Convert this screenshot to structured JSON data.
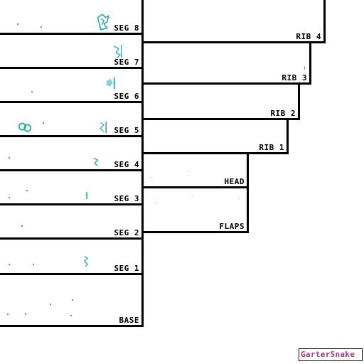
{
  "colors": {
    "border": "#000000",
    "background": "#ffffff",
    "sprite_teal": "#2aa9a9",
    "signature": "#a23a8a"
  },
  "segments": [
    {
      "label": "SEG 8"
    },
    {
      "label": "SEG 7"
    },
    {
      "label": "SEG 6"
    },
    {
      "label": "SEG 5"
    },
    {
      "label": "SEG 4"
    },
    {
      "label": "SEG 3"
    },
    {
      "label": "SEG 2"
    },
    {
      "label": "SEG 1"
    },
    {
      "label": "BASE"
    }
  ],
  "ribs": [
    {
      "label": "RIB 4"
    },
    {
      "label": "RIB 3"
    },
    {
      "label": "RIB 2"
    },
    {
      "label": "RIB 1"
    }
  ],
  "head": {
    "label": "HEAD"
  },
  "flaps": {
    "label": "FLAPS"
  },
  "signature": {
    "text": "GarterSnake"
  }
}
